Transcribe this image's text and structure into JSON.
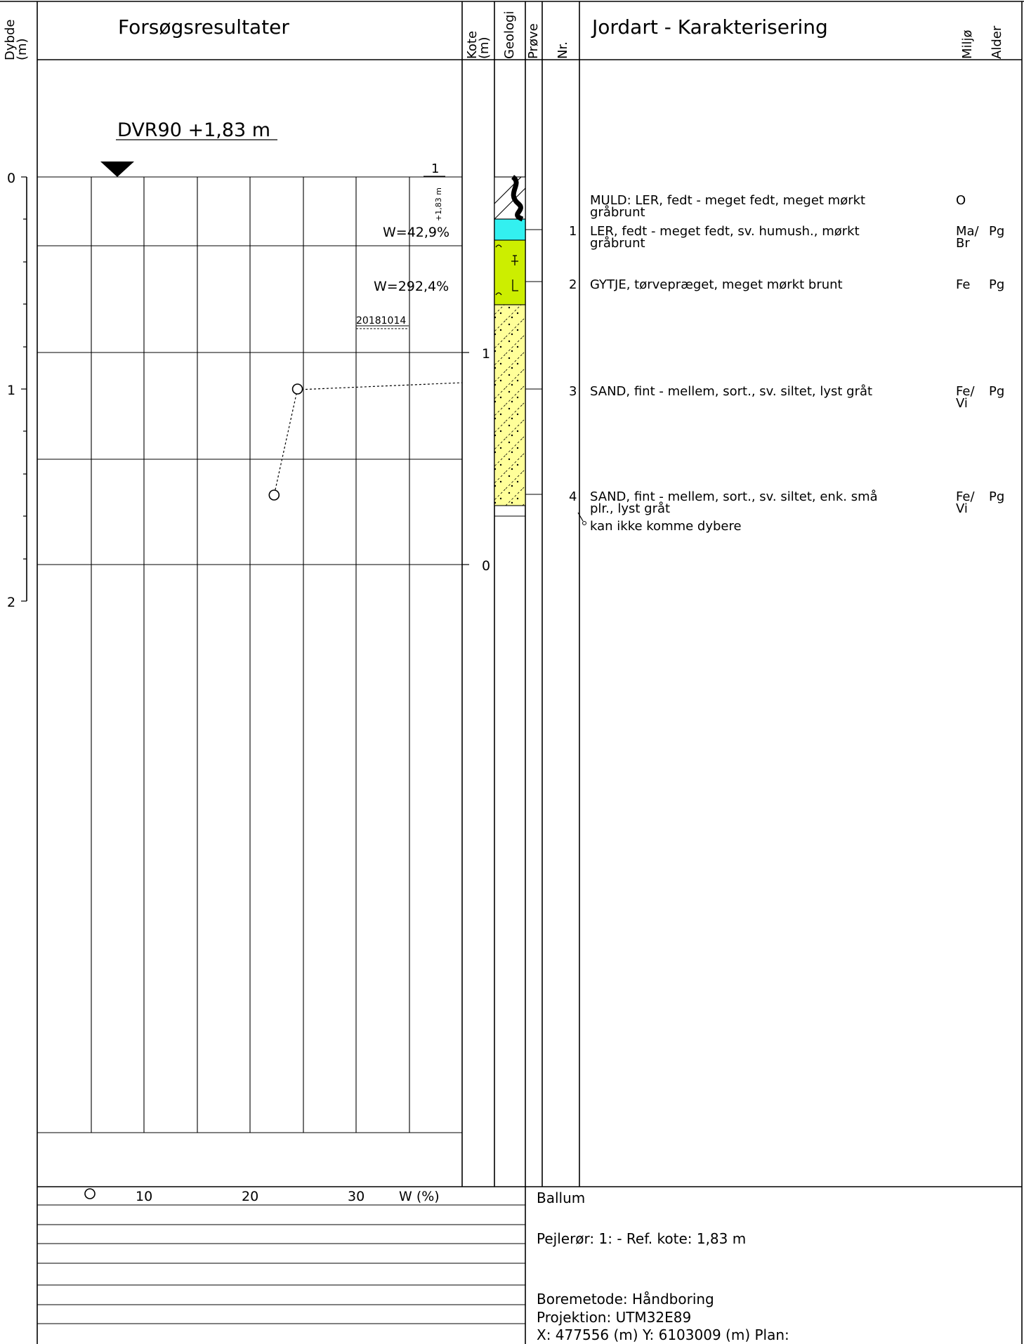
{
  "headers": {
    "depth": "Dybde (m)",
    "results": "Forsøgsresultater",
    "elevation": "Kote (m)",
    "geology": "Geologi",
    "sample": "Prøve",
    "number": "Nr.",
    "soil": "Jordart - Karakterisering",
    "environment": "Miljø",
    "age": "Alder"
  },
  "reference_level": "DVR90 +1,83 m",
  "pipe": {
    "number": "1",
    "top": "+1,83 m",
    "date": "20181014"
  },
  "water_content_labels": [
    "W=42,9%",
    "W=292,4%"
  ],
  "depth_ticks": [
    "0",
    "1",
    "2"
  ],
  "elevation_ticks": [
    "1",
    "0"
  ],
  "layers": [
    {
      "nr": "",
      "description_line1": "MULD: LER, fedt - meget fedt, meget mørkt",
      "description_line2": "gråbrunt",
      "environment": "O",
      "age": ""
    },
    {
      "nr": "1",
      "description_line1": "LER, fedt - meget fedt, sv. humush., mørkt",
      "description_line2": "gråbrunt",
      "environment": "Ma/ Br",
      "age": "Pg"
    },
    {
      "nr": "2",
      "description_line1": "GYTJE, tørvepræget, meget mørkt brunt",
      "description_line2": "",
      "environment": "Fe",
      "age": "Pg"
    },
    {
      "nr": "3",
      "description_line1": "SAND, fint - mellem, sort., sv. siltet, lyst gråt",
      "description_line2": "",
      "environment": "Fe/ Vi",
      "age": "Pg"
    },
    {
      "nr": "4",
      "description_line1": "SAND, fint - mellem, sort., sv. siltet, enk. små",
      "description_line2": "plr., lyst gråt",
      "environment": "Fe/ Vi",
      "age": "Pg"
    }
  ],
  "end_note": "kan ikke komme dybere",
  "chart_data": {
    "type": "scatter",
    "xlabel": "W (%)",
    "ticks": [
      "10",
      "20",
      "30"
    ],
    "xlim": [
      0,
      40
    ],
    "series": [
      {
        "marker": "circle",
        "x": [
          24.5,
          22.3
        ],
        "depth_m": [
          1.0,
          1.5
        ]
      }
    ]
  },
  "footer": {
    "site": "Ballum",
    "pipe_info": "Pejlerør: 1:   - Ref. kote: 1,83 m",
    "method": "Boremetode:  Håndboring",
    "projection": "Projektion:  UTM32E89",
    "coords": "X: 477556 (m)   Y: 6103009 (m)   Plan:"
  }
}
